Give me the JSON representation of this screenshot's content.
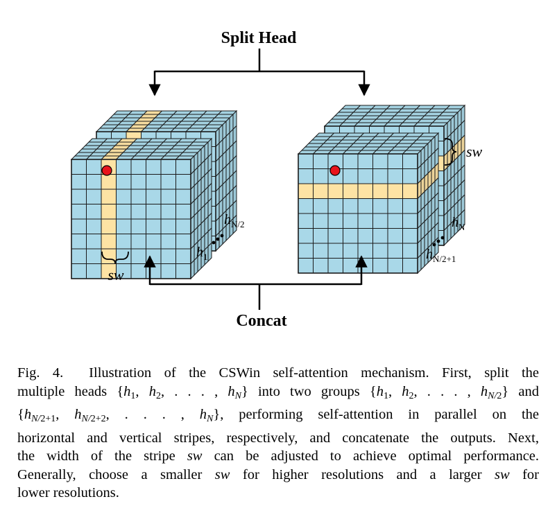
{
  "diagram": {
    "top_label": "Split Head",
    "bottom_label": "Concat",
    "stripe_label": "sw",
    "left_group": {
      "front_head": "h",
      "front_sub": "1",
      "back_head": "h",
      "back_sub": "N/2"
    },
    "right_group": {
      "back_head": "h",
      "back_sub": "N",
      "front_head": "h",
      "front_sub": "N/2+1"
    },
    "colors": {
      "cell": "#a9d8e8",
      "stripe": "#fde3a4",
      "query_dot": "#e8141c",
      "grid_line": "#1a1a1a"
    }
  },
  "caption": {
    "prefix": "Fig. 4.",
    "line1": "Illustration of the CSWin self-attention mechanism. First, split the",
    "line2a": "multiple heads",
    "line2b": "into two groups",
    "line2c": "and",
    "line3": ", performing self-attention in parallel on the",
    "line4": "horizontal and vertical stripes, respectively, and concatenate the outputs. Next,",
    "line5a": "the width of the stripe",
    "line5b": "can be adjusted to achieve optimal performance.",
    "line6a": "Generally, choose a smaller",
    "line6b": "for higher resolutions and a larger",
    "line6c": "for",
    "line7": "lower resolutions.",
    "sym_sw": "sw"
  }
}
